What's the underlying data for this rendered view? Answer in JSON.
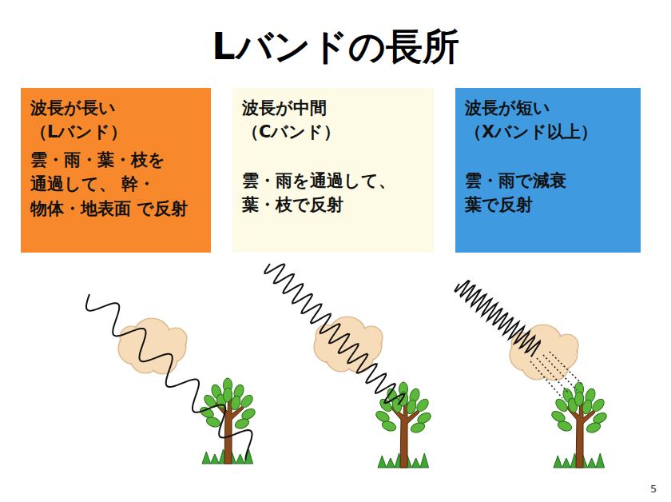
{
  "diagram": {
    "title": "Lバンドの長所",
    "nodes": [
      {
        "text": [
          "波長が長い （Lバンド）",
          "雲・雨・葉・枝を 通過して、 幹・物体・地表面 で反射"
        ]
      },
      {
        "text": [
          "波長が中間 （Cバンド）",
          "雲・雨を通過して、 葉・枝で反射"
        ]
      },
      {
        "text": [
          "波長が短い （Xバンド以上）",
          "雲・雨で減衰 葉で反射"
        ]
      }
    ],
    "labels": [
      "5"
    ]
  }
}
